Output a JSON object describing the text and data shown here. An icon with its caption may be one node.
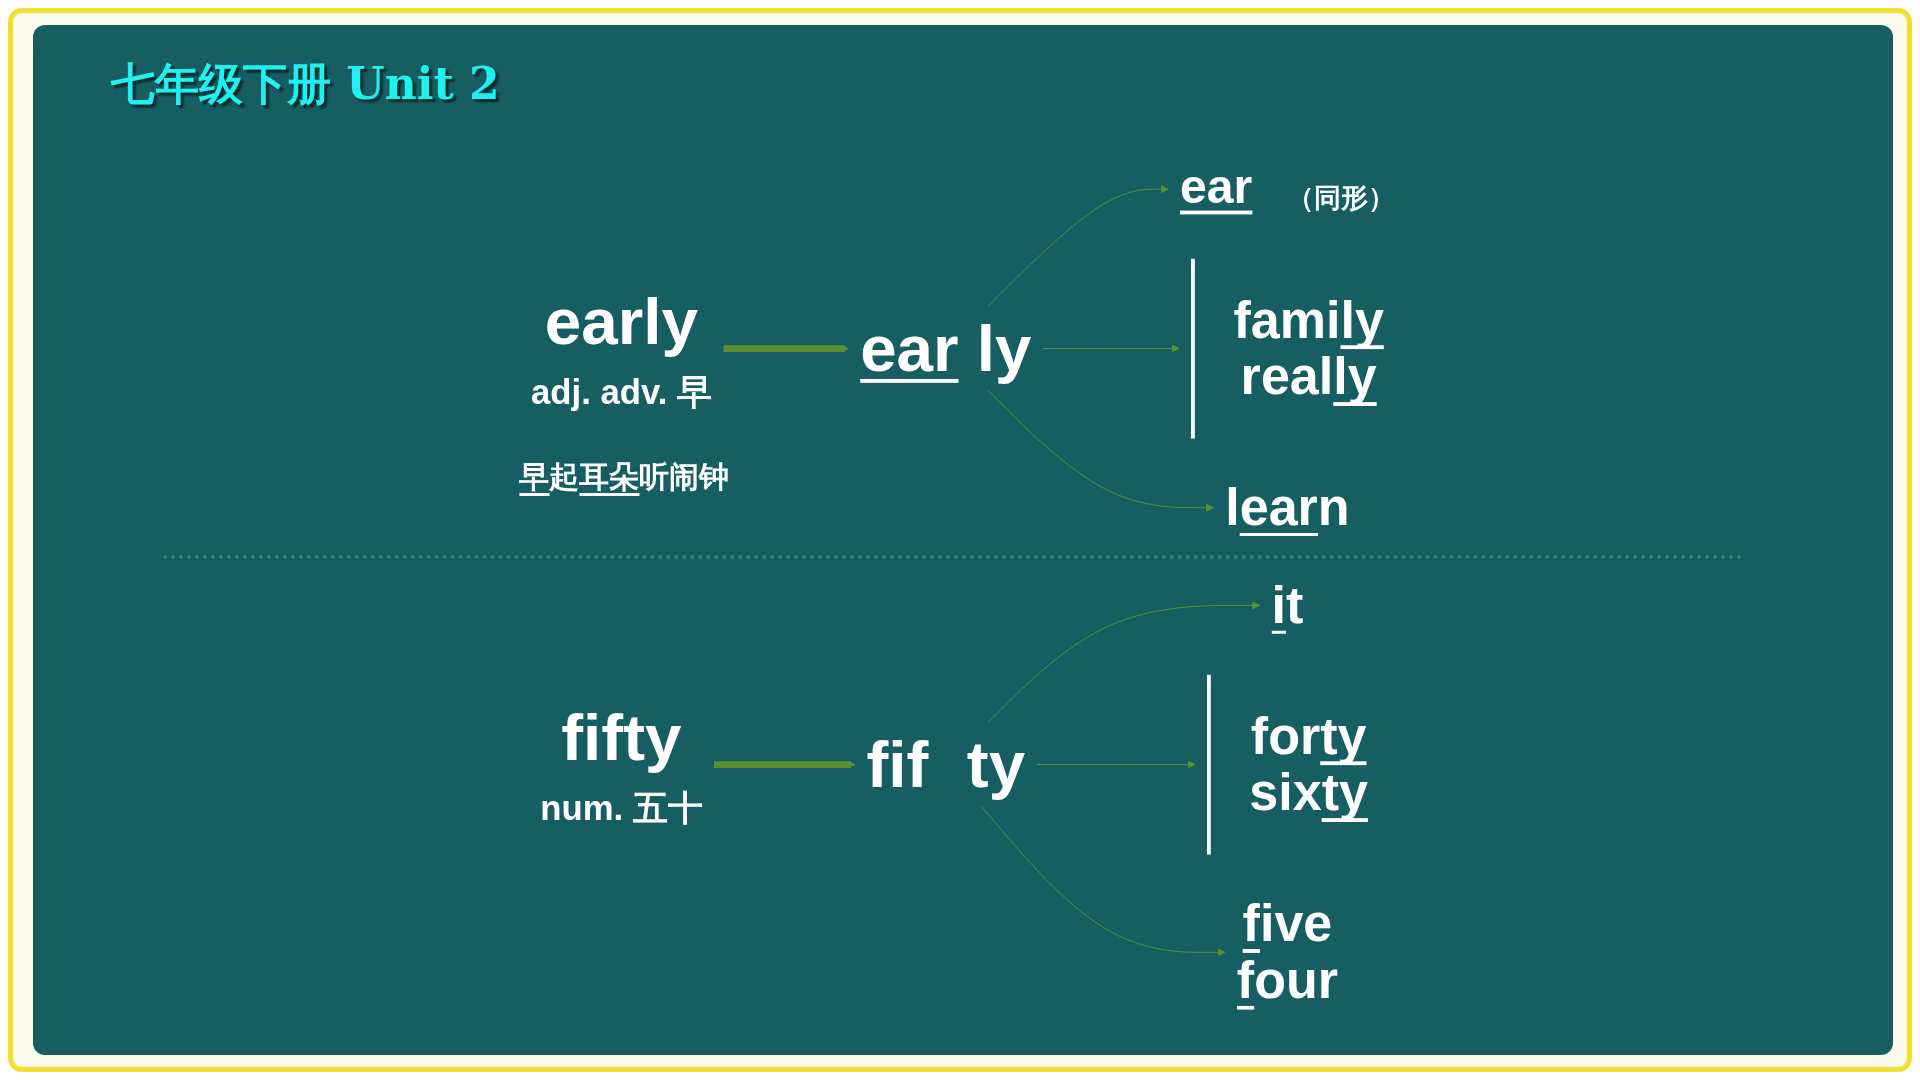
{
  "diagram": {
    "title": "七年级下册 Unit 2",
    "nodes": [
      {
        "text": [
          "ear"
        ],
        "beside": [
          "（同形）"
        ]
      },
      {
        "text": [
          "early",
          "adj. adv. 早"
        ]
      },
      {
        "text": [
          "ear ly"
        ]
      },
      {
        "text": [
          "family",
          "really"
        ]
      },
      {
        "text": [
          "learn"
        ]
      },
      {
        "text": [
          "it"
        ]
      },
      {
        "text": [
          "fifty",
          "num. 五十"
        ]
      },
      {
        "text": [
          "fif ty"
        ]
      },
      {
        "text": [
          "forty",
          "sixty"
        ]
      },
      {
        "text": [
          "five",
          "four"
        ]
      }
    ],
    "edges": [
      {
        "from": 1,
        "to": 2,
        "arrow": "to",
        "style": "thick"
      },
      {
        "from": 2,
        "to": 0,
        "arrow": "to"
      },
      {
        "from": 2,
        "to": 3,
        "arrow": "to"
      },
      {
        "from": 2,
        "to": 4,
        "arrow": "to"
      },
      {
        "from": 6,
        "to": 7,
        "arrow": "to",
        "style": "thick"
      },
      {
        "from": 7,
        "to": 5,
        "arrow": "to"
      },
      {
        "from": 7,
        "to": 8,
        "arrow": "to"
      },
      {
        "from": 7,
        "to": 9,
        "arrow": "to"
      }
    ],
    "labels": [
      "早起耳朵听闹钟"
    ]
  }
}
